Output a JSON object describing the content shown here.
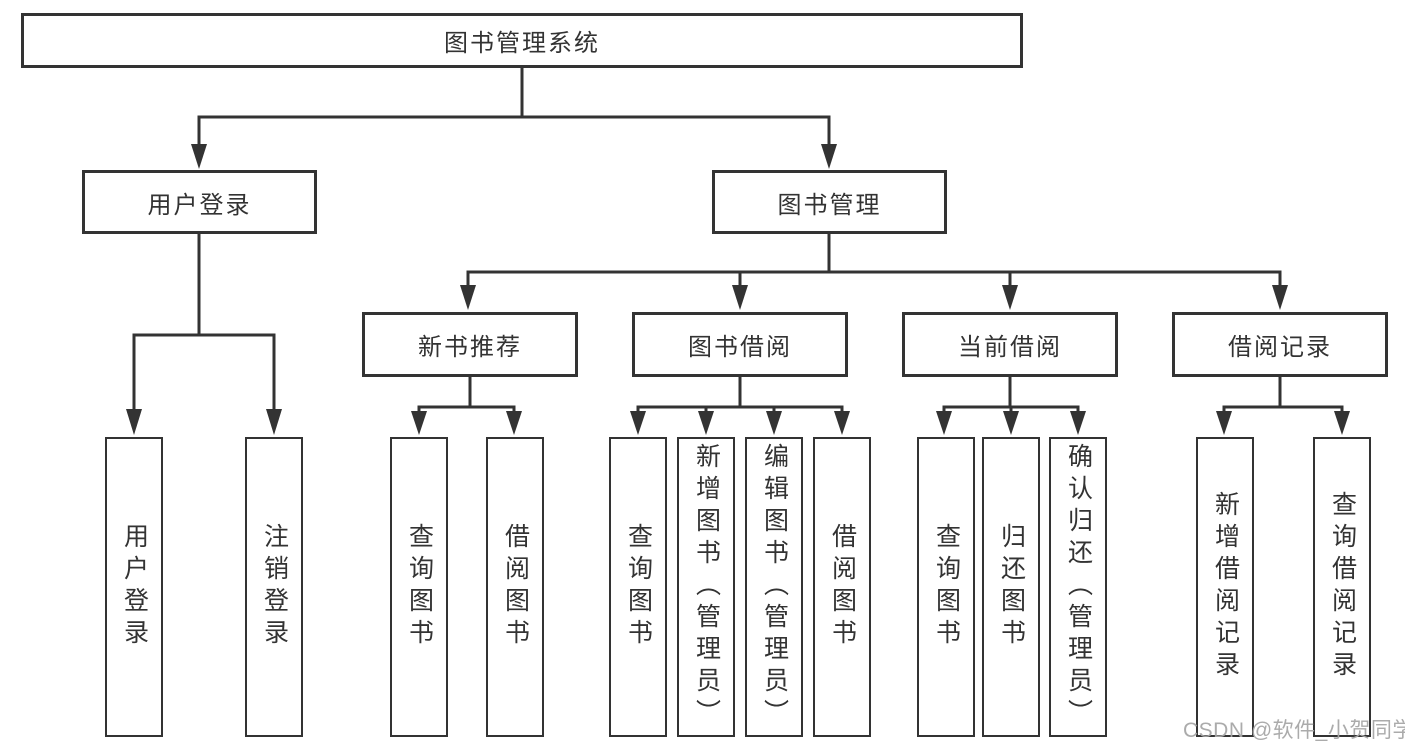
{
  "diagram_type": "hierarchy-tree",
  "nodes": {
    "root": {
      "label": "图书管理系统"
    },
    "branches": [
      {
        "label": "用户登录",
        "children": [
          {
            "label": "用户登录"
          },
          {
            "label": "注销登录"
          }
        ]
      },
      {
        "label": "图书管理",
        "children": [
          {
            "label": "新书推荐",
            "children": [
              {
                "label": "查询图书"
              },
              {
                "label": "借阅图书"
              }
            ]
          },
          {
            "label": "图书借阅",
            "children": [
              {
                "label": "查询图书"
              },
              {
                "label": "新增图书（管理员）"
              },
              {
                "label": "编辑图书（管理员）"
              },
              {
                "label": "借阅图书"
              }
            ]
          },
          {
            "label": "当前借阅",
            "children": [
              {
                "label": "查询图书"
              },
              {
                "label": "归还图书"
              },
              {
                "label": "确认归还（管理员）"
              }
            ]
          },
          {
            "label": "借阅记录",
            "children": [
              {
                "label": "新增借阅记录"
              },
              {
                "label": "查询借阅记录"
              }
            ]
          }
        ]
      }
    ]
  },
  "watermark": {
    "text": "CSDN @软件_小贺同学"
  },
  "colors": {
    "line": "#333333",
    "text": "#333333",
    "watermark": "#a7a7a7",
    "background": "#ffffff"
  }
}
